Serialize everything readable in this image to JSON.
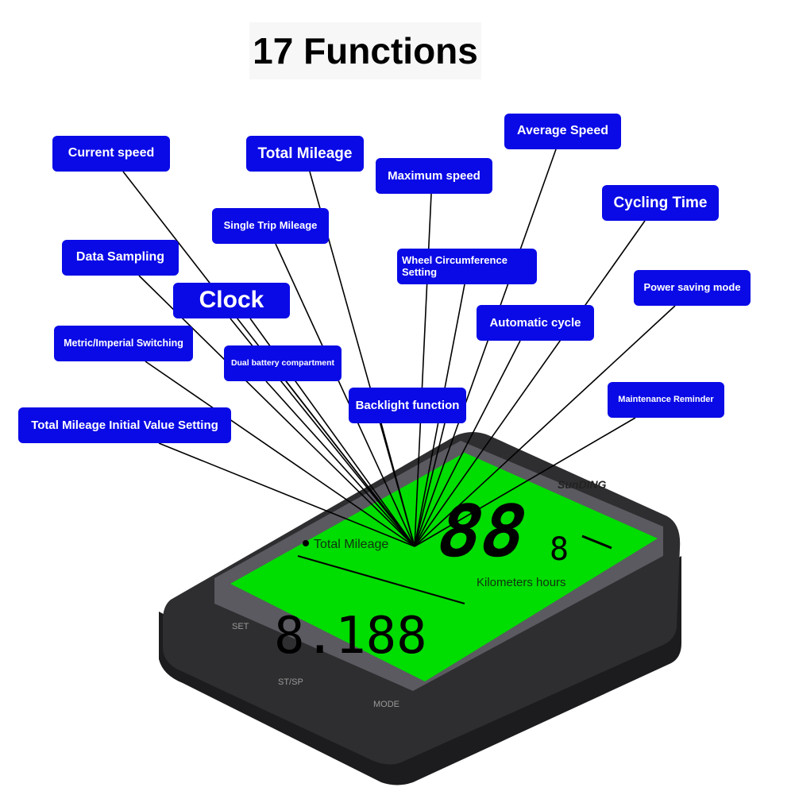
{
  "title": "17 Functions",
  "labels": {
    "current_speed": "Current speed",
    "total_mileage": "Total Mileage",
    "average_speed": "Average Speed",
    "maximum_speed": "Maximum speed",
    "cycling_time": "Cycling Time",
    "single_trip": "Single Trip Mileage",
    "wheel": "Wheel Circumference Setting",
    "data_sampling": "Data Sampling",
    "clock": "Clock",
    "power_saving": "Power saving mode",
    "automatic_cycle": "Automatic cycle",
    "metric": "Metric/Imperial Switching",
    "dual_battery": "Dual battery compartment",
    "backlight": "Backlight function",
    "maintenance": "Maintenance Reminder",
    "initial_value": "Total Mileage Initial Value Setting"
  },
  "device": {
    "brand": "SunDING",
    "screen_label": "Total Mileage",
    "big_digits": "88",
    "small_digit": "8",
    "units": "Kilometers hours",
    "bottom_digits": "8.188",
    "buttons": [
      "SET",
      "ST/SP",
      "MODE"
    ],
    "screen_color": "#00dd00"
  }
}
